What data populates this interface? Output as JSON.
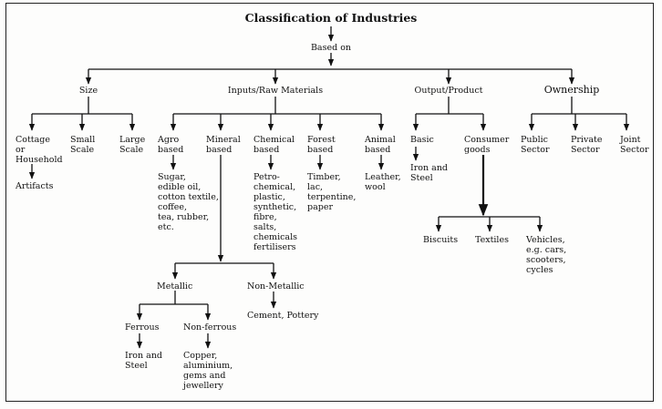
{
  "diagram": {
    "title": "Classification of Industries",
    "based_on": "Based on",
    "criteria": {
      "size": "Size",
      "inputs": "Inputs/Raw Materials",
      "output": "Output/Product",
      "ownership": "Ownership"
    },
    "size": {
      "cottage": "Cottage\nor\nHousehold",
      "artifacts": "Artifacts",
      "small": "Small\nScale",
      "large": "Large\nScale"
    },
    "inputs": {
      "agro": "Agro\nbased",
      "agro_examples": "Sugar,\nedible oil,\ncotton textile,\ncoffee,\ntea, rubber,\netc.",
      "mineral": "Mineral\nbased",
      "chemical": "Chemical\nbased",
      "chemical_examples": "Petro-\nchemical,\nplastic,\nsynthetic,\nfibre,\nsalts,\nchemicals\nfertilisers",
      "forest": "Forest\nbased",
      "forest_examples": "Timber,\nlac,\nterpentine,\npaper",
      "animal": "Animal\nbased",
      "animal_examples": "Leather,\nwool"
    },
    "mineral": {
      "metallic": "Metallic",
      "non_metallic": "Non-Metallic",
      "non_metallic_examples": "Cement, Pottery",
      "ferrous": "Ferrous",
      "ferrous_examples": "Iron and\nSteel",
      "non_ferrous": "Non-ferrous",
      "non_ferrous_examples": "Copper,\naluminium,\ngems and\njewellery"
    },
    "output": {
      "basic": "Basic",
      "basic_examples": "Iron and\nSteel",
      "consumer": "Consumer\ngoods",
      "biscuits": "Biscuits",
      "textiles": "Textiles",
      "vehicles": "Vehicles,\ne.g. cars,\nscooters,\ncycles"
    },
    "ownership": {
      "public": "Public\nSector",
      "private": "Private\nSector",
      "joint": "Joint\nSector"
    }
  }
}
